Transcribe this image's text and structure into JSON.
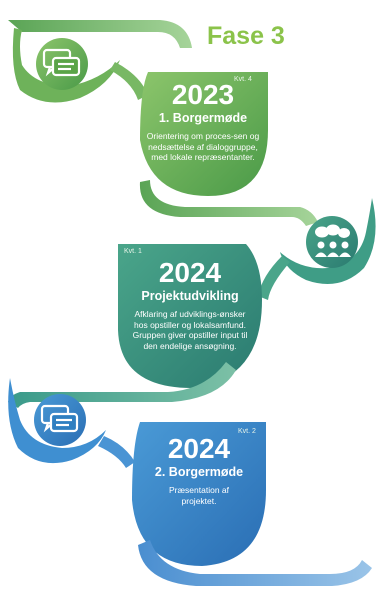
{
  "heading": "Fase 3",
  "colors": {
    "green": "#5aa448",
    "teal": "#2f8a72",
    "blue": "#2f7fc1",
    "heading": "#8bc34a"
  },
  "stages": [
    {
      "tag": "Kvt. 4",
      "year": "2023",
      "title": "1. Borgermøde",
      "description": "Orientering om proces-sen og nedsættelse af dialoggruppe, med lokale repræsentanter.",
      "icon": "speech-bubbles-icon"
    },
    {
      "tag": "Kvt. 1",
      "year": "2024",
      "title": "Projektudvikling",
      "description": "Afklaring af udviklings-ønsker hos opstiller og lokalsamfund. Gruppen giver opstiller input til den endelige ansøgning.",
      "icon": "group-discussion-icon"
    },
    {
      "tag": "Kvt. 2",
      "year": "2024",
      "title": "2. Borgermøde",
      "description": "Præsentation af projektet.",
      "icon": "speech-bubbles-icon"
    }
  ]
}
